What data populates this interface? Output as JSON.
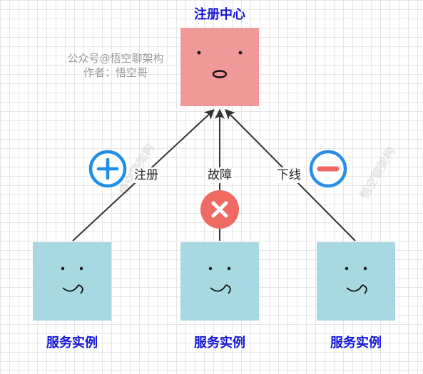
{
  "registry": {
    "title": "注册中心",
    "fill": "#f19898"
  },
  "watermark": {
    "line1": "公众号@悟空聊架构",
    "line2": "作者：悟空哥",
    "diagonal": "悟空聊架构"
  },
  "instances": [
    {
      "label": "服务实例"
    },
    {
      "label": "服务实例"
    },
    {
      "label": "服务实例"
    }
  ],
  "edges": [
    {
      "label": "注册",
      "icon": "plus-circle-icon"
    },
    {
      "label": "故障",
      "icon": "close-circle-icon"
    },
    {
      "label": "下线",
      "icon": "minus-circle-icon"
    }
  ],
  "colors": {
    "instance_fill": "#a8d8e2",
    "title_color": "#1414d9",
    "plus": "#1f8ee8",
    "fail": "#f06a64",
    "minus_ring": "#2b8ee6",
    "minus_bar": "#f06a64"
  }
}
